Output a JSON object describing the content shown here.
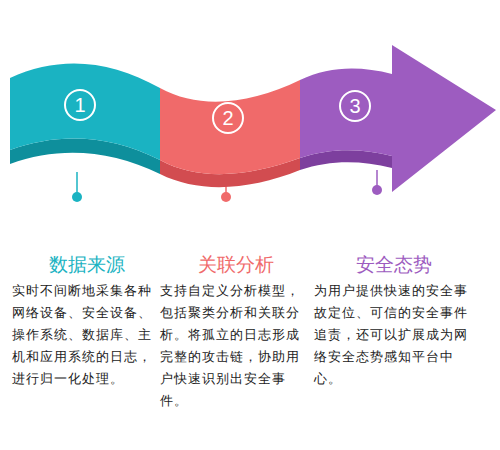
{
  "diagram": {
    "nodes": [
      {
        "text": [
          "1",
          "数据来源",
          "实时不间断地采集各种网络设备、安全设备、操作系统、数据库、主机和应用系统的日志，进行归一化处理。"
        ]
      },
      {
        "text": [
          "2",
          "关联分析",
          "支持自定义分析模型，包括聚类分析和关联分析。将孤立的日志形成完整的攻击链，协助用户快速识别出安全事件。"
        ]
      },
      {
        "text": [
          "3",
          "安全态势",
          "为用户提供快速的安全事故定位、可信的安全事件追责，还可以扩展成为网络安全态势感知平台中心。"
        ]
      }
    ]
  }
}
